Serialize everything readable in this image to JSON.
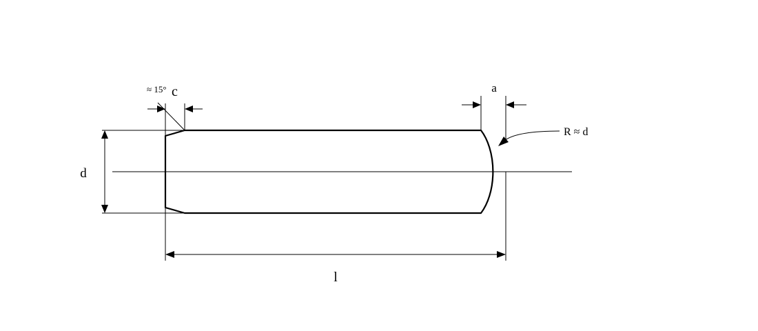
{
  "drawing": {
    "labels": {
      "angle": "≈ 15°",
      "chamfer": "c",
      "end_length": "a",
      "radius": "R ≈ d",
      "diameter": "d",
      "length": "l"
    },
    "colors": {
      "line": "#000000",
      "background": "#ffffff"
    }
  }
}
